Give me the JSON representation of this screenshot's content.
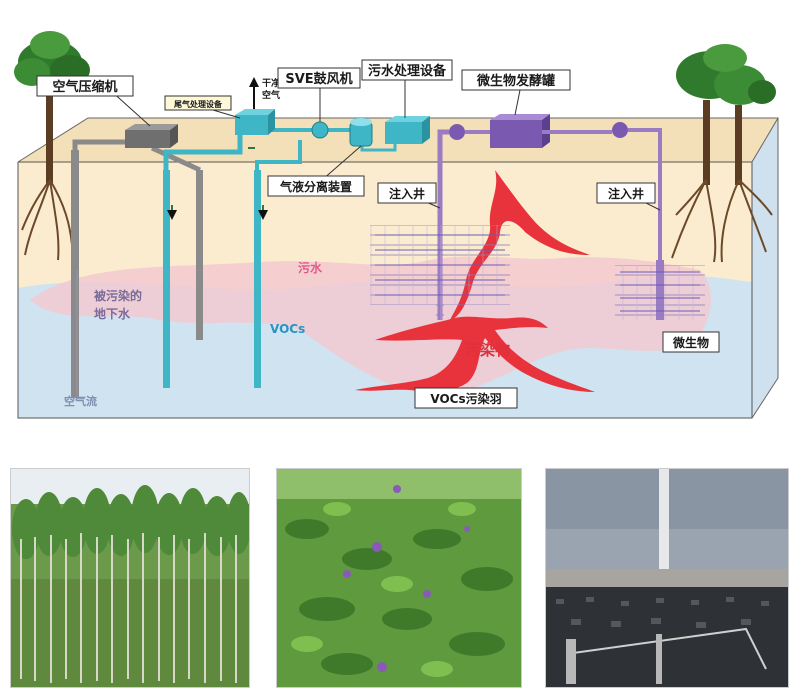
{
  "diagram": {
    "labels": {
      "air_compressor": "空气压缩机",
      "tail_gas_device": "尾气处理设备",
      "clean_air": "干净\n空气",
      "sve_blower": "SVE鼓风机",
      "wastewater_device": "污水处理设备",
      "fermenter": "微生物发酵罐",
      "gas_liquid_separator": "气液分离装置",
      "injection_well_left": "注入井",
      "injection_well_right": "注入井",
      "sewage": "污水",
      "polluted_groundwater": "被污染的\n地下水",
      "vocs": "VOCs",
      "pollutant": "污染物",
      "microbe": "微生物",
      "vocs_plume": "VOCs污染羽",
      "air_flow": "空气流"
    },
    "colors": {
      "soil": "#f6e3bf",
      "soil_front": "#fbecd0",
      "groundwater": "#cfe3f0",
      "contamination": "#f4c8cf",
      "pipe_teal": "#3fb6c6",
      "pipe_gray": "#8a8a8a",
      "pipe_purple": "#9b7bc2",
      "plume_red": "#e8323c",
      "label_text": "#1a1a1a"
    }
  },
  "photos": [
    {
      "subject": "poplar-forest"
    },
    {
      "subject": "alfalfa-field"
    },
    {
      "subject": "treatment-facility"
    }
  ]
}
